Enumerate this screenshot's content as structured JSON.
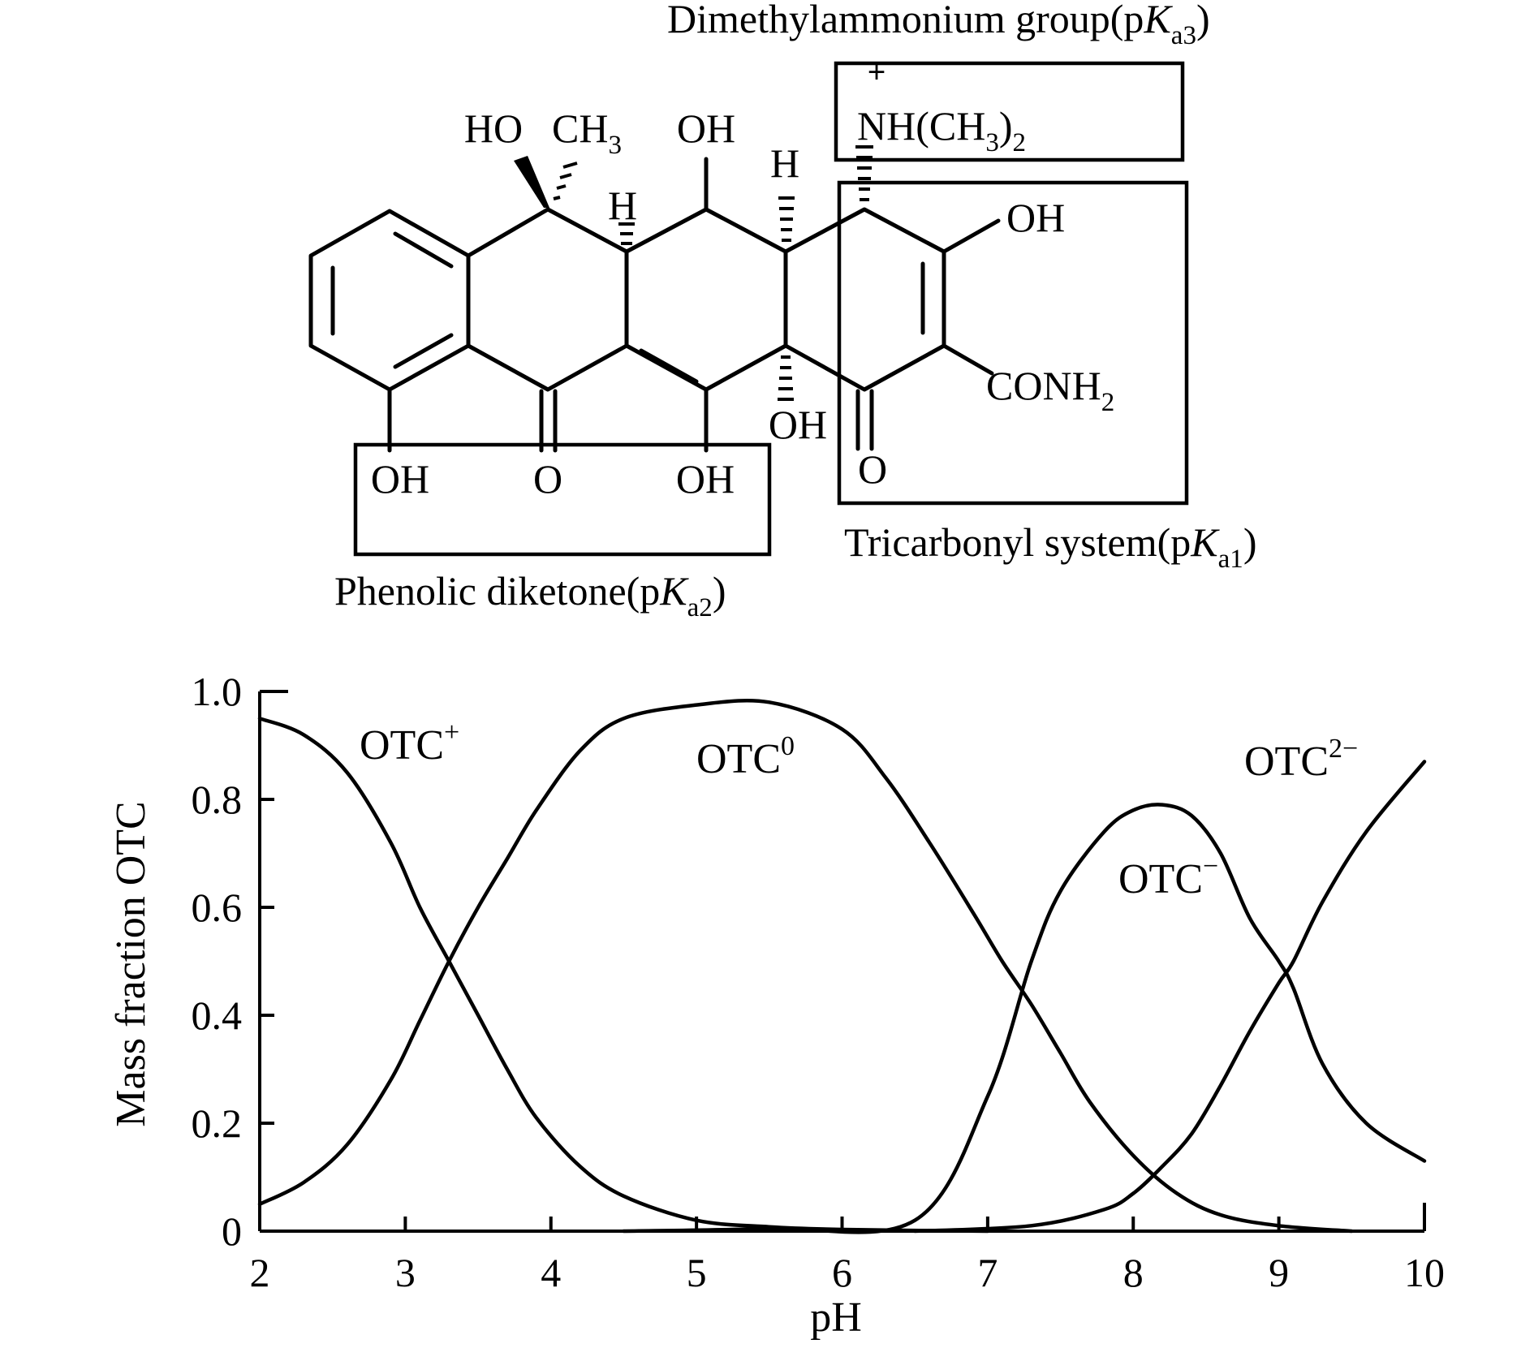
{
  "structure": {
    "ka3_label": {
      "pre": "Dimethylammonium group(p",
      "K": "K",
      "sub": "a3",
      "post": ")"
    },
    "ka2_label": {
      "pre": "Phenolic diketone(p",
      "K": "K",
      "sub": "a2",
      "post": ")"
    },
    "ka1_label": {
      "pre": "Tricarbonyl system(p",
      "K": "K",
      "sub": "a1",
      "post": ")"
    },
    "plus_sign": "+",
    "atoms": {
      "ho": "HO",
      "ch3_main": "CH",
      "ch3_sub": "3",
      "oh_top": "OH",
      "h_left": "H",
      "h_right": "H",
      "nme2_main": "NH(CH",
      "nme2_sub1": "3",
      "nme2_close": ")",
      "nme2_sub2": "2",
      "oh_ring": "OH",
      "conh2_main": "CONH",
      "conh2_sub": "2",
      "oh_mid": "OH",
      "o_right": "O",
      "oh_bl": "OH",
      "o_bc": "O",
      "oh_br": "OH"
    }
  },
  "chart_data": {
    "type": "line",
    "xlabel": "pH",
    "ylabel": "Mass fraction OTC",
    "xlim": [
      2,
      10
    ],
    "ylim": [
      0,
      1.0
    ],
    "xticks": [
      "2",
      "3",
      "4",
      "5",
      "6",
      "7",
      "8",
      "9",
      "10"
    ],
    "yticks": [
      "0",
      "0.2",
      "0.4",
      "0.6",
      "0.8",
      "1.0"
    ],
    "grid": false,
    "series": [
      {
        "name": "OTC",
        "sup": "+",
        "x": [
          2.0,
          2.3,
          2.6,
          2.9,
          3.1,
          3.3,
          3.5,
          3.7,
          3.9,
          4.2,
          4.5,
          5.0,
          5.5,
          6.0,
          7.0
        ],
        "values": [
          0.95,
          0.92,
          0.85,
          0.72,
          0.6,
          0.5,
          0.4,
          0.3,
          0.21,
          0.12,
          0.065,
          0.02,
          0.008,
          0.003,
          0.0
        ]
      },
      {
        "name": "OTC",
        "sup": "0",
        "x": [
          2.0,
          2.3,
          2.6,
          2.9,
          3.1,
          3.3,
          3.5,
          3.7,
          3.9,
          4.2,
          4.5,
          5.0,
          5.5,
          6.0,
          6.3,
          6.6,
          6.9,
          7.1,
          7.3,
          7.5,
          7.7,
          8.0,
          8.3,
          8.6,
          9.0,
          9.5
        ],
        "values": [
          0.05,
          0.09,
          0.16,
          0.28,
          0.39,
          0.5,
          0.6,
          0.69,
          0.78,
          0.89,
          0.95,
          0.975,
          0.98,
          0.93,
          0.84,
          0.72,
          0.59,
          0.5,
          0.42,
          0.33,
          0.24,
          0.14,
          0.07,
          0.03,
          0.01,
          0.0
        ]
      },
      {
        "name": "OTC",
        "sup": "−",
        "x": [
          4.5,
          5.5,
          6.5,
          7.0,
          7.3,
          7.5,
          7.8,
          8.0,
          8.2,
          8.4,
          8.6,
          8.8,
          9.0,
          9.1,
          9.3,
          9.6,
          10.0
        ],
        "values": [
          0.0,
          0.005,
          0.02,
          0.25,
          0.5,
          0.63,
          0.74,
          0.78,
          0.79,
          0.77,
          0.7,
          0.58,
          0.5,
          0.45,
          0.31,
          0.2,
          0.13
        ]
      },
      {
        "name": "OTC",
        "sup": "2−",
        "x": [
          6.5,
          7.3,
          7.8,
          8.0,
          8.2,
          8.4,
          8.6,
          8.8,
          9.0,
          9.1,
          9.3,
          9.6,
          10.0
        ],
        "values": [
          0.0,
          0.01,
          0.04,
          0.07,
          0.12,
          0.18,
          0.27,
          0.37,
          0.46,
          0.5,
          0.61,
          0.74,
          0.87
        ]
      }
    ]
  }
}
